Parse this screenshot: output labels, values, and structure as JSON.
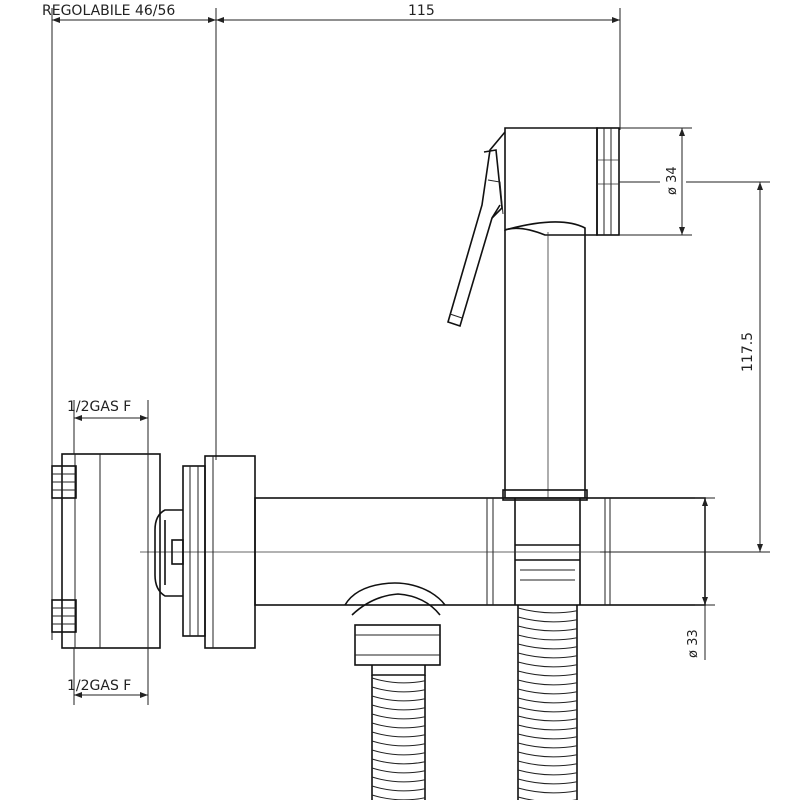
{
  "drawing": {
    "labels": {
      "adjustable_range": "REGOLABILE 46/56",
      "width_dim": "115",
      "height_dim": "117.5",
      "head_diameter": "ø 34",
      "body_diameter": "ø 33",
      "inlet_top": "1/2GAS F",
      "inlet_bottom": "1/2GAS F"
    }
  }
}
